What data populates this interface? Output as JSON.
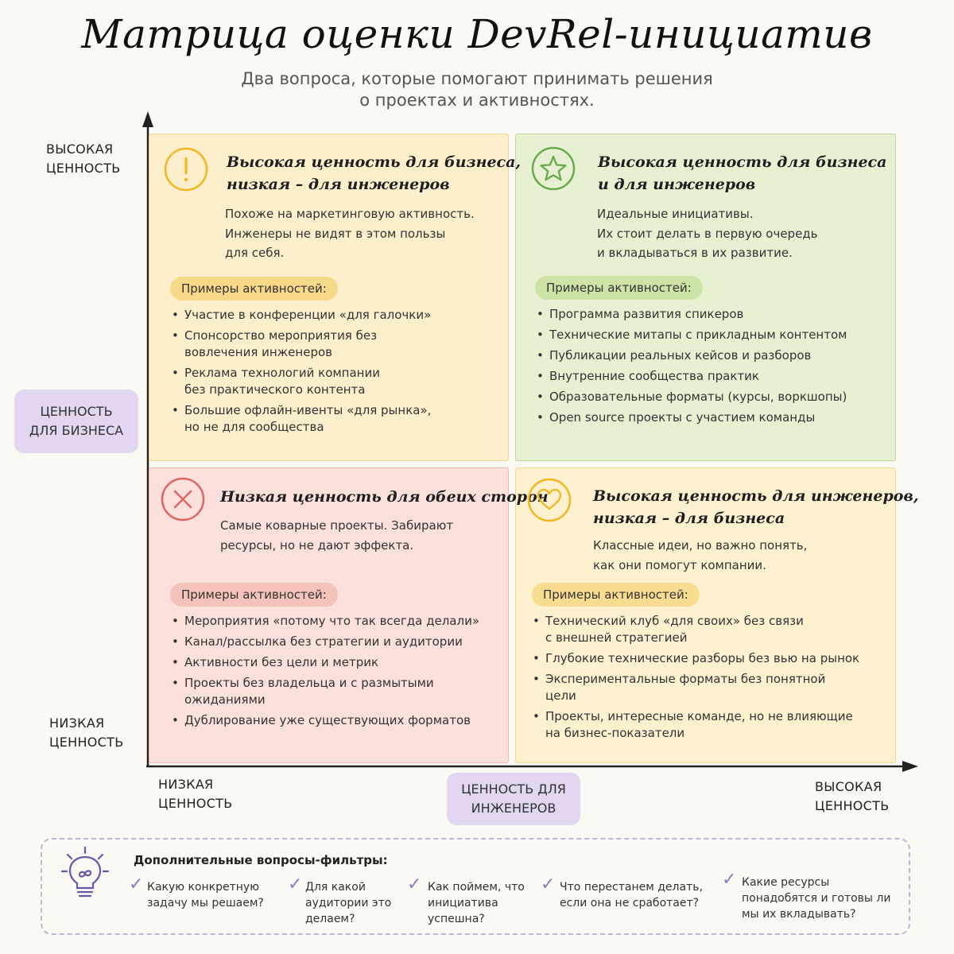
{
  "title": "Матрица оценки DevRel-инициатив",
  "subtitle_line1": "Два вопроса, которые помогают принимать решения",
  "subtitle_line2": "о проектах и активностях.",
  "y_axis": {
    "high_line1": "ВЫСОКАЯ",
    "high_line2": "ЦЕННОСТЬ",
    "low_line1": "НИЗКАЯ",
    "low_line2": "ЦЕННОСТЬ",
    "label_line1": "ЦЕННОСТЬ",
    "label_line2": "ДЛЯ БИЗНЕСА"
  },
  "x_axis": {
    "low_line1": "НИЗКАЯ",
    "low_line2": "ЦЕННОСТЬ",
    "high_line1": "ВЫСОКАЯ",
    "high_line2": "ЦЕННОСТЬ",
    "label_line1": "ЦЕННОСТЬ ДЛЯ",
    "label_line2": "ИНЖЕНЕРОВ"
  },
  "quadrants": {
    "top_left": {
      "icon": "exclamation-icon",
      "color": "#f2b61f",
      "title_line1": "Высокая ценность для бизнеса,",
      "title_line2": "низкая – для инженеров",
      "desc_line1": "Похоже на маркетинговую активность.",
      "desc_line2": "Инженеры не видят в этом пользы",
      "desc_line3": "для себя.",
      "examples_label": "Примеры активностей:",
      "items": [
        [
          "Участие в конференции «для галочки»"
        ],
        [
          "Спонсорство мероприятия без",
          "вовлечения инженеров"
        ],
        [
          "Реклама технологий компании",
          "без практического контента"
        ],
        [
          "Большие офлайн-ивенты «для рынка»,",
          "но не для сообщества"
        ]
      ]
    },
    "top_right": {
      "icon": "star-icon",
      "color": "#6aa84f",
      "title_line1": "Высокая ценность для бизнеса",
      "title_line2": "и для инженеров",
      "desc_line1": "Идеальные инициативы.",
      "desc_line2": "Их стоит делать в первую очередь",
      "desc_line3": "и вкладываться в их развитие.",
      "examples_label": "Примеры активностей:",
      "items": [
        [
          "Программа развития спикеров"
        ],
        [
          "Технические митапы с прикладным контентом"
        ],
        [
          "Публикации реальных кейсов и разборов"
        ],
        [
          "Внутренние сообщества практик"
        ],
        [
          "Образовательные форматы (курсы, воркшопы)"
        ],
        [
          "Open source проекты с участием команды"
        ]
      ]
    },
    "bottom_left": {
      "icon": "cross-icon",
      "color": "#e06666",
      "title_line1": "Низкая ценность для обеих сторон",
      "desc_line1": "Самые коварные проекты. Забирают",
      "desc_line2": "ресурсы, но не дают эффекта.",
      "examples_label": "Примеры активностей:",
      "items": [
        [
          "Мероприятия «потому что так всегда делали»"
        ],
        [
          "Канал/рассылка без стратегии и аудитории"
        ],
        [
          "Активности без цели и метрик"
        ],
        [
          "Проекты без владельца и с размытыми",
          "ожиданиями"
        ],
        [
          "Дублирование уже существующих форматов"
        ]
      ]
    },
    "bottom_right": {
      "icon": "heart-icon",
      "color": "#f2b61f",
      "title_line1": "Высокая ценность для инженеров,",
      "title_line2": "низкая – для бизнеса",
      "desc_line1": "Классные идеи, но важно понять,",
      "desc_line2": "как они помогут компании.",
      "examples_label": "Примеры активностей:",
      "items": [
        [
          "Технический клуб «для своих» без связи",
          "с внешней стратегией"
        ],
        [
          "Глубокие технические разборы без вью на рынок"
        ],
        [
          "Экспериментальные форматы без понятной",
          "цели"
        ],
        [
          "Проекты, интересные команде, но не влияющие",
          "на бизнес-показатели"
        ]
      ]
    }
  },
  "filters": {
    "icon": "lightbulb-icon",
    "title": "Дополнительные вопросы-фильтры:",
    "items": [
      [
        "Какую конкретную",
        "задачу мы решаем?"
      ],
      [
        "Для какой",
        "аудитории это",
        "делаем?"
      ],
      [
        "Как поймем, что",
        "инициатива",
        "успешна?"
      ],
      [
        "Что перестанем делать,",
        "если она не сработает?"
      ],
      [
        "Какие ресурсы",
        "понадобятся и готовы ли",
        "мы их вкладывать?"
      ]
    ]
  }
}
